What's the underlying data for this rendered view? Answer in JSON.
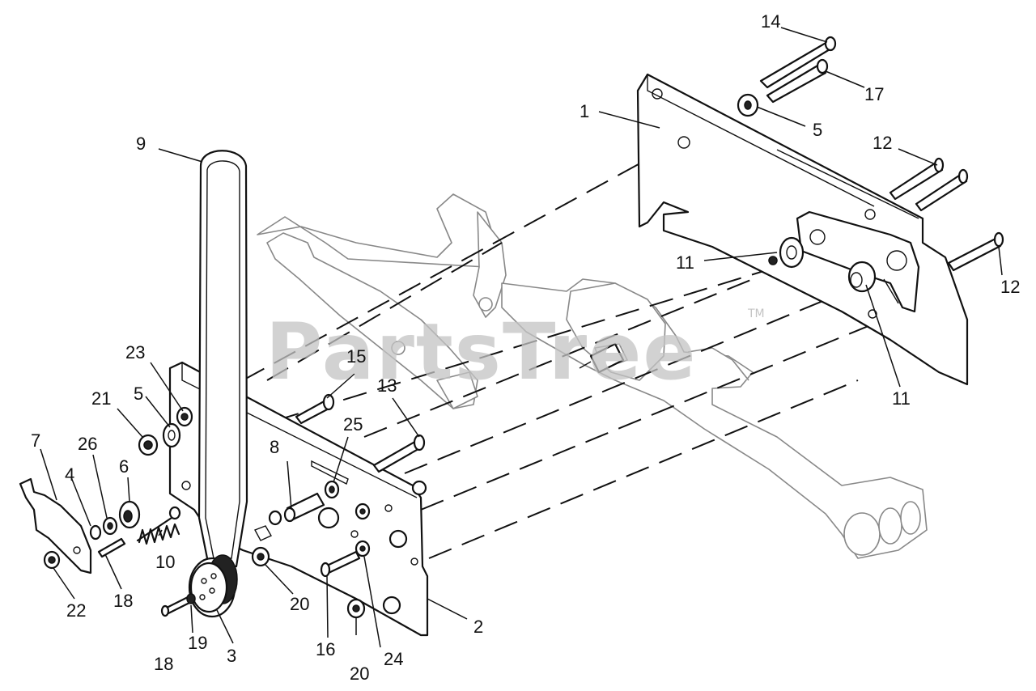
{
  "watermark": {
    "text": "PartsTree",
    "trademark": "TM"
  },
  "callouts": {
    "c1": "1",
    "c2": "2",
    "c3": "3",
    "c4": "4",
    "c5a": "5",
    "c5b": "5",
    "c6": "6",
    "c7": "7",
    "c8": "8",
    "c9": "9",
    "c10": "10",
    "c11a": "11",
    "c11b": "11",
    "c12a": "12",
    "c12b": "12",
    "c13": "13",
    "c14": "14",
    "c15": "15",
    "c16": "16",
    "c17": "17",
    "c18a": "18",
    "c18b": "18",
    "c19": "19",
    "c20a": "20",
    "c20b": "20",
    "c21": "21",
    "c22": "22",
    "c23": "23",
    "c24": "24",
    "c25": "25",
    "c26": "26"
  }
}
